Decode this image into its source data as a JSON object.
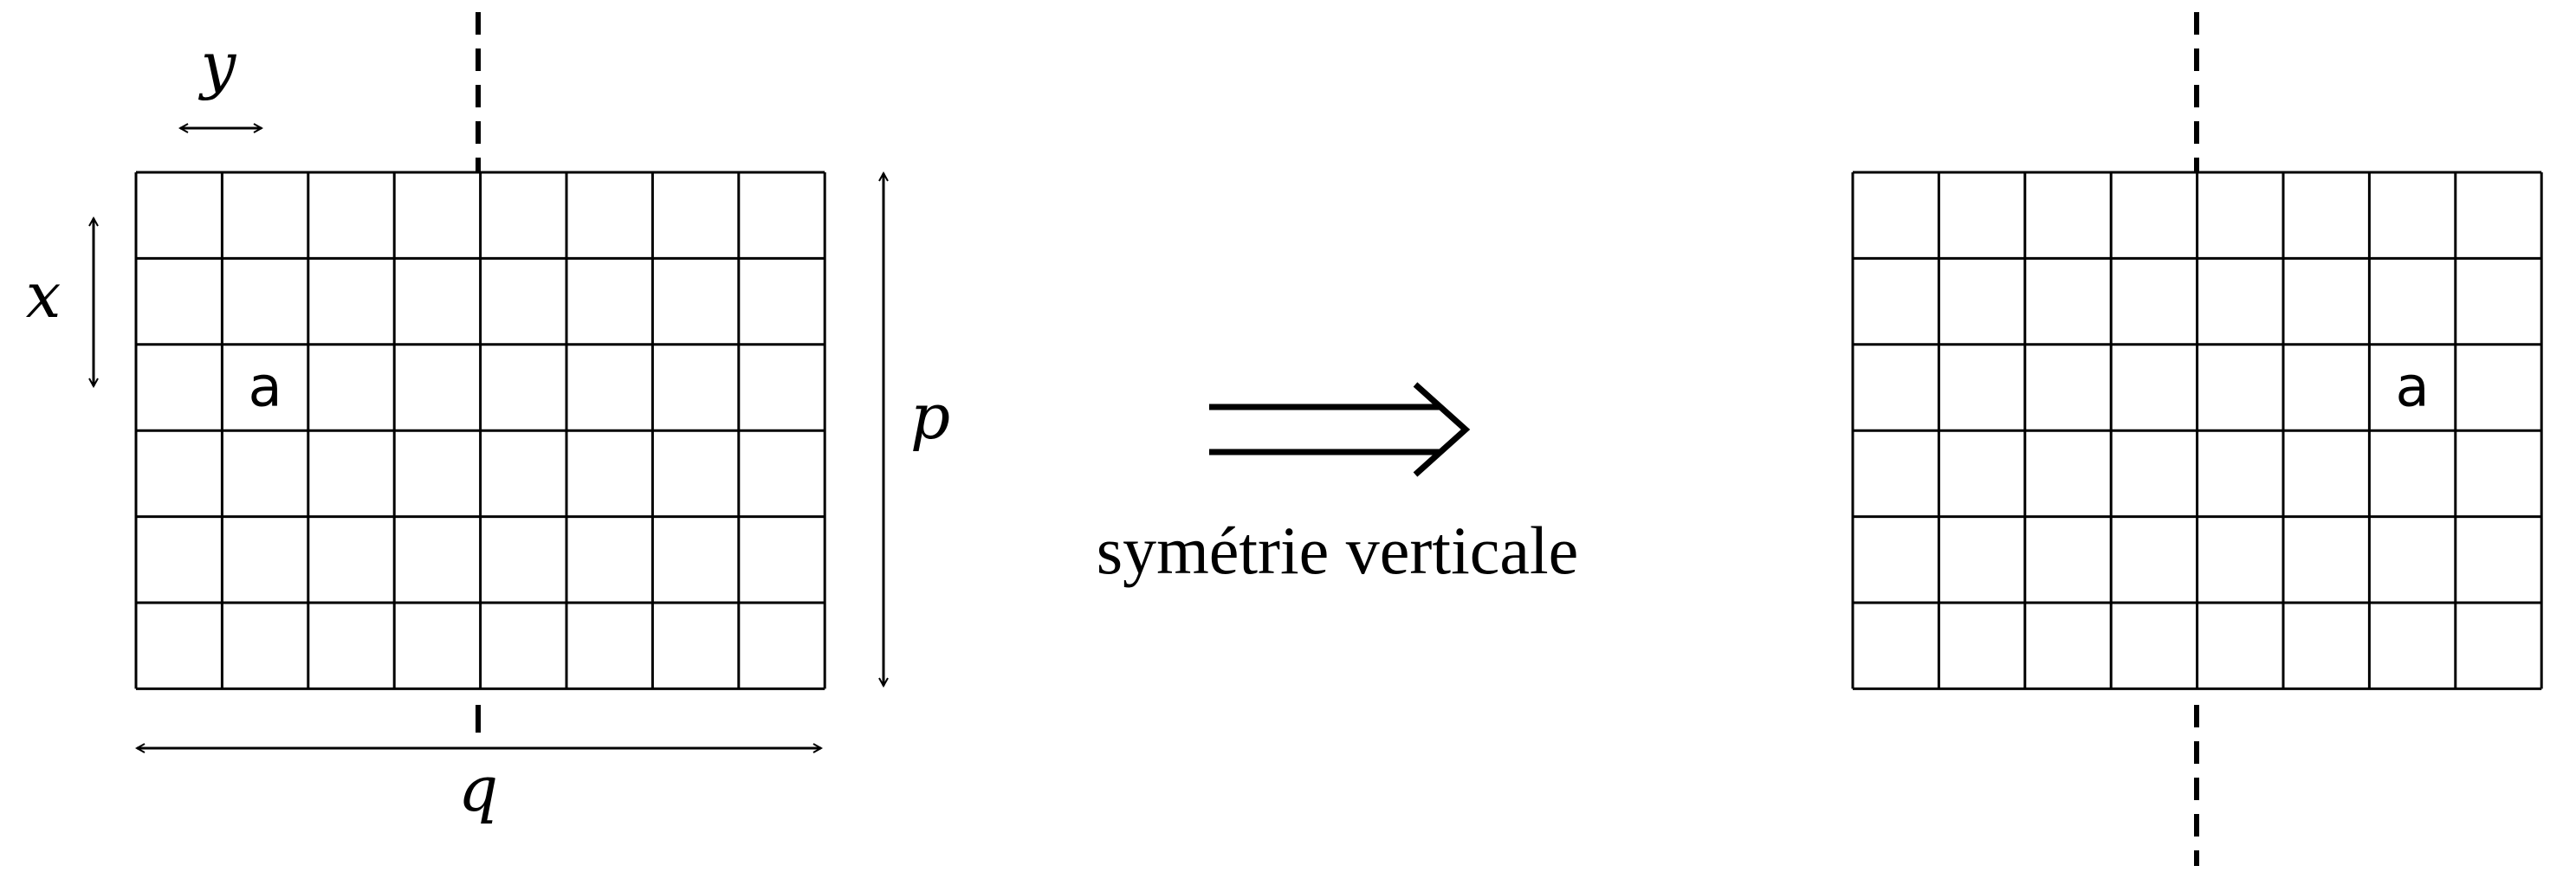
{
  "labels": {
    "y": "y",
    "x": "x",
    "p": "p",
    "q": "q",
    "transform": "symétrie verticale"
  },
  "grid": {
    "rows": 6,
    "cols": 8
  },
  "left_grid": {
    "cell_text": "a",
    "cell_row": 3,
    "cell_col": 2
  },
  "right_grid": {
    "cell_text": "a",
    "cell_row": 3,
    "cell_col": 7
  },
  "colors": {
    "line": "#000000",
    "background": "#ffffff"
  }
}
